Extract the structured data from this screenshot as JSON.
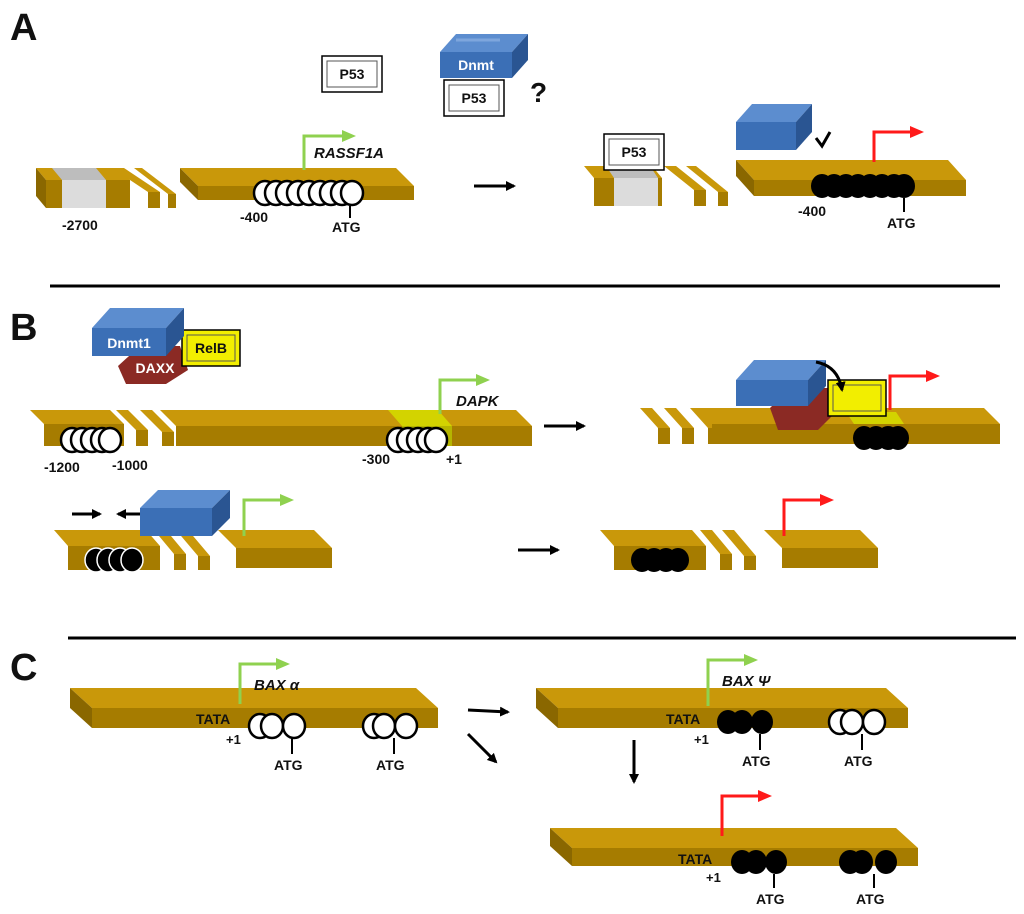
{
  "panels": {
    "a": "A",
    "b": "B",
    "c": "C"
  },
  "proteins": {
    "p53": "P53",
    "dnmt": "Dnmt",
    "dnmt1": "Dnmt1",
    "daxx": "DAXX",
    "relb": "RelB",
    "question": "?"
  },
  "genes": {
    "rassf1a": "RASSF1A",
    "dapk": "DAPK",
    "bax_alpha": "BAX α",
    "bax_psi": "BAX Ψ"
  },
  "positions": {
    "m2700": "-2700",
    "m400": "-400",
    "m1200": "-1200",
    "m1000": "-1000",
    "m300": "-300",
    "p1": "+1"
  },
  "labels": {
    "atg": "ATG",
    "tata": "TATA"
  },
  "colors": {
    "dna_top": "#c9980a",
    "dna_front": "#a67c00",
    "dnmt_blue": "#3b6fb6",
    "daxx_red": "#8b2a24",
    "relb_yellow": "#f2ee00",
    "active_arrow": "#8fd14f",
    "silenced_arrow": "#ff1a1a"
  }
}
